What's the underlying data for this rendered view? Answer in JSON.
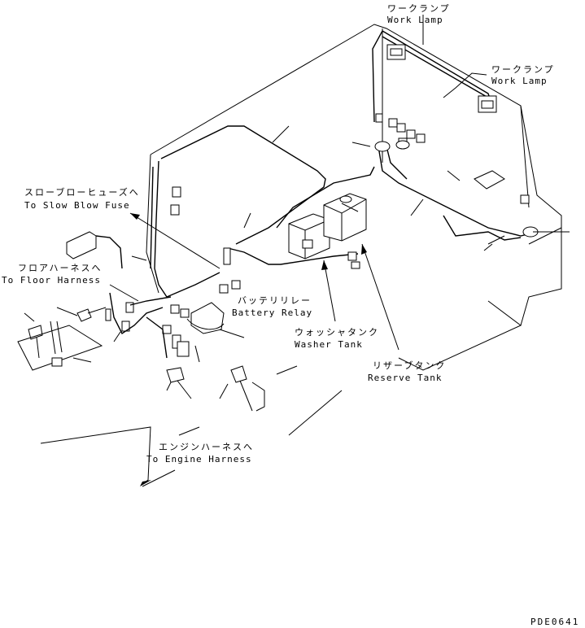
{
  "labels": {
    "work_lamp_top_jp": "ワークランプ",
    "work_lamp_top_en": "Work Lamp",
    "work_lamp_right_jp": "ワークランプ",
    "work_lamp_right_en": "Work Lamp",
    "slow_blow_jp": "スローブローヒューズへ",
    "slow_blow_en": "To Slow Blow Fuse",
    "floor_harness_jp": "フロアハーネスへ",
    "floor_harness_en": "To Floor Harness",
    "battery_relay_jp": "バッテリリレー",
    "battery_relay_en": "Battery Relay",
    "washer_tank_jp": "ウォッシャタンク",
    "washer_tank_en": "Washer Tank",
    "reserve_tank_jp": "リザーブタンク",
    "reserve_tank_en": "Reserve Tank",
    "engine_harness_jp": "エンジンハーネスへ",
    "engine_harness_en": "To Engine Harness",
    "drawing_code": "PDE0641"
  }
}
